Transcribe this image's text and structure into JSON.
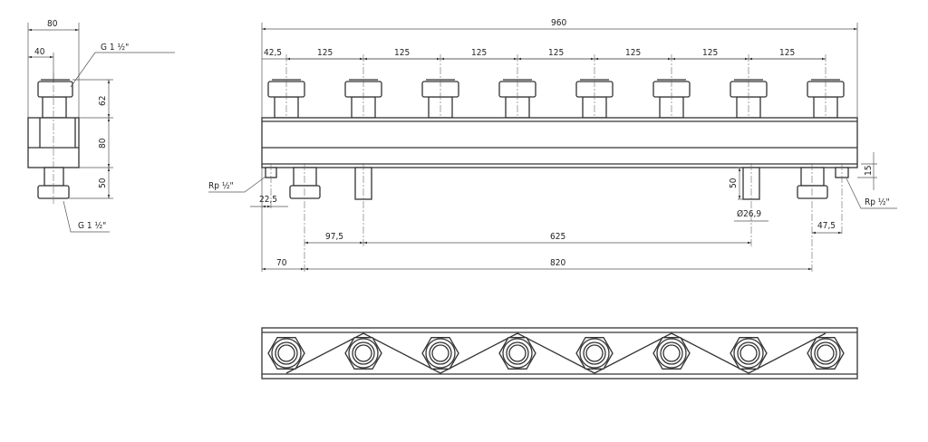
{
  "side_view": {
    "width_overall": "80",
    "width_half": "40",
    "height_top": "62",
    "height_body": "80",
    "height_bottom": "50",
    "thread_top": "G 1 ½\"",
    "thread_bottom": "G 1 ½\""
  },
  "front_view": {
    "length_overall": "960",
    "first_offset": "42,5",
    "spacings": [
      "125",
      "125",
      "125",
      "125",
      "125",
      "125",
      "125"
    ],
    "socket_left": "Rp ½\"",
    "socket_right": "Rp ½\"",
    "socket_left_offset": "22,5",
    "socket_right_offset": "47,5",
    "socket_height": "15",
    "stub_length": "50",
    "stub_diameter": "Ø26,9",
    "dim_97_5": "97,5",
    "dim_625": "625",
    "dim_70": "70",
    "dim_820": "820"
  },
  "outlet_count": 8
}
